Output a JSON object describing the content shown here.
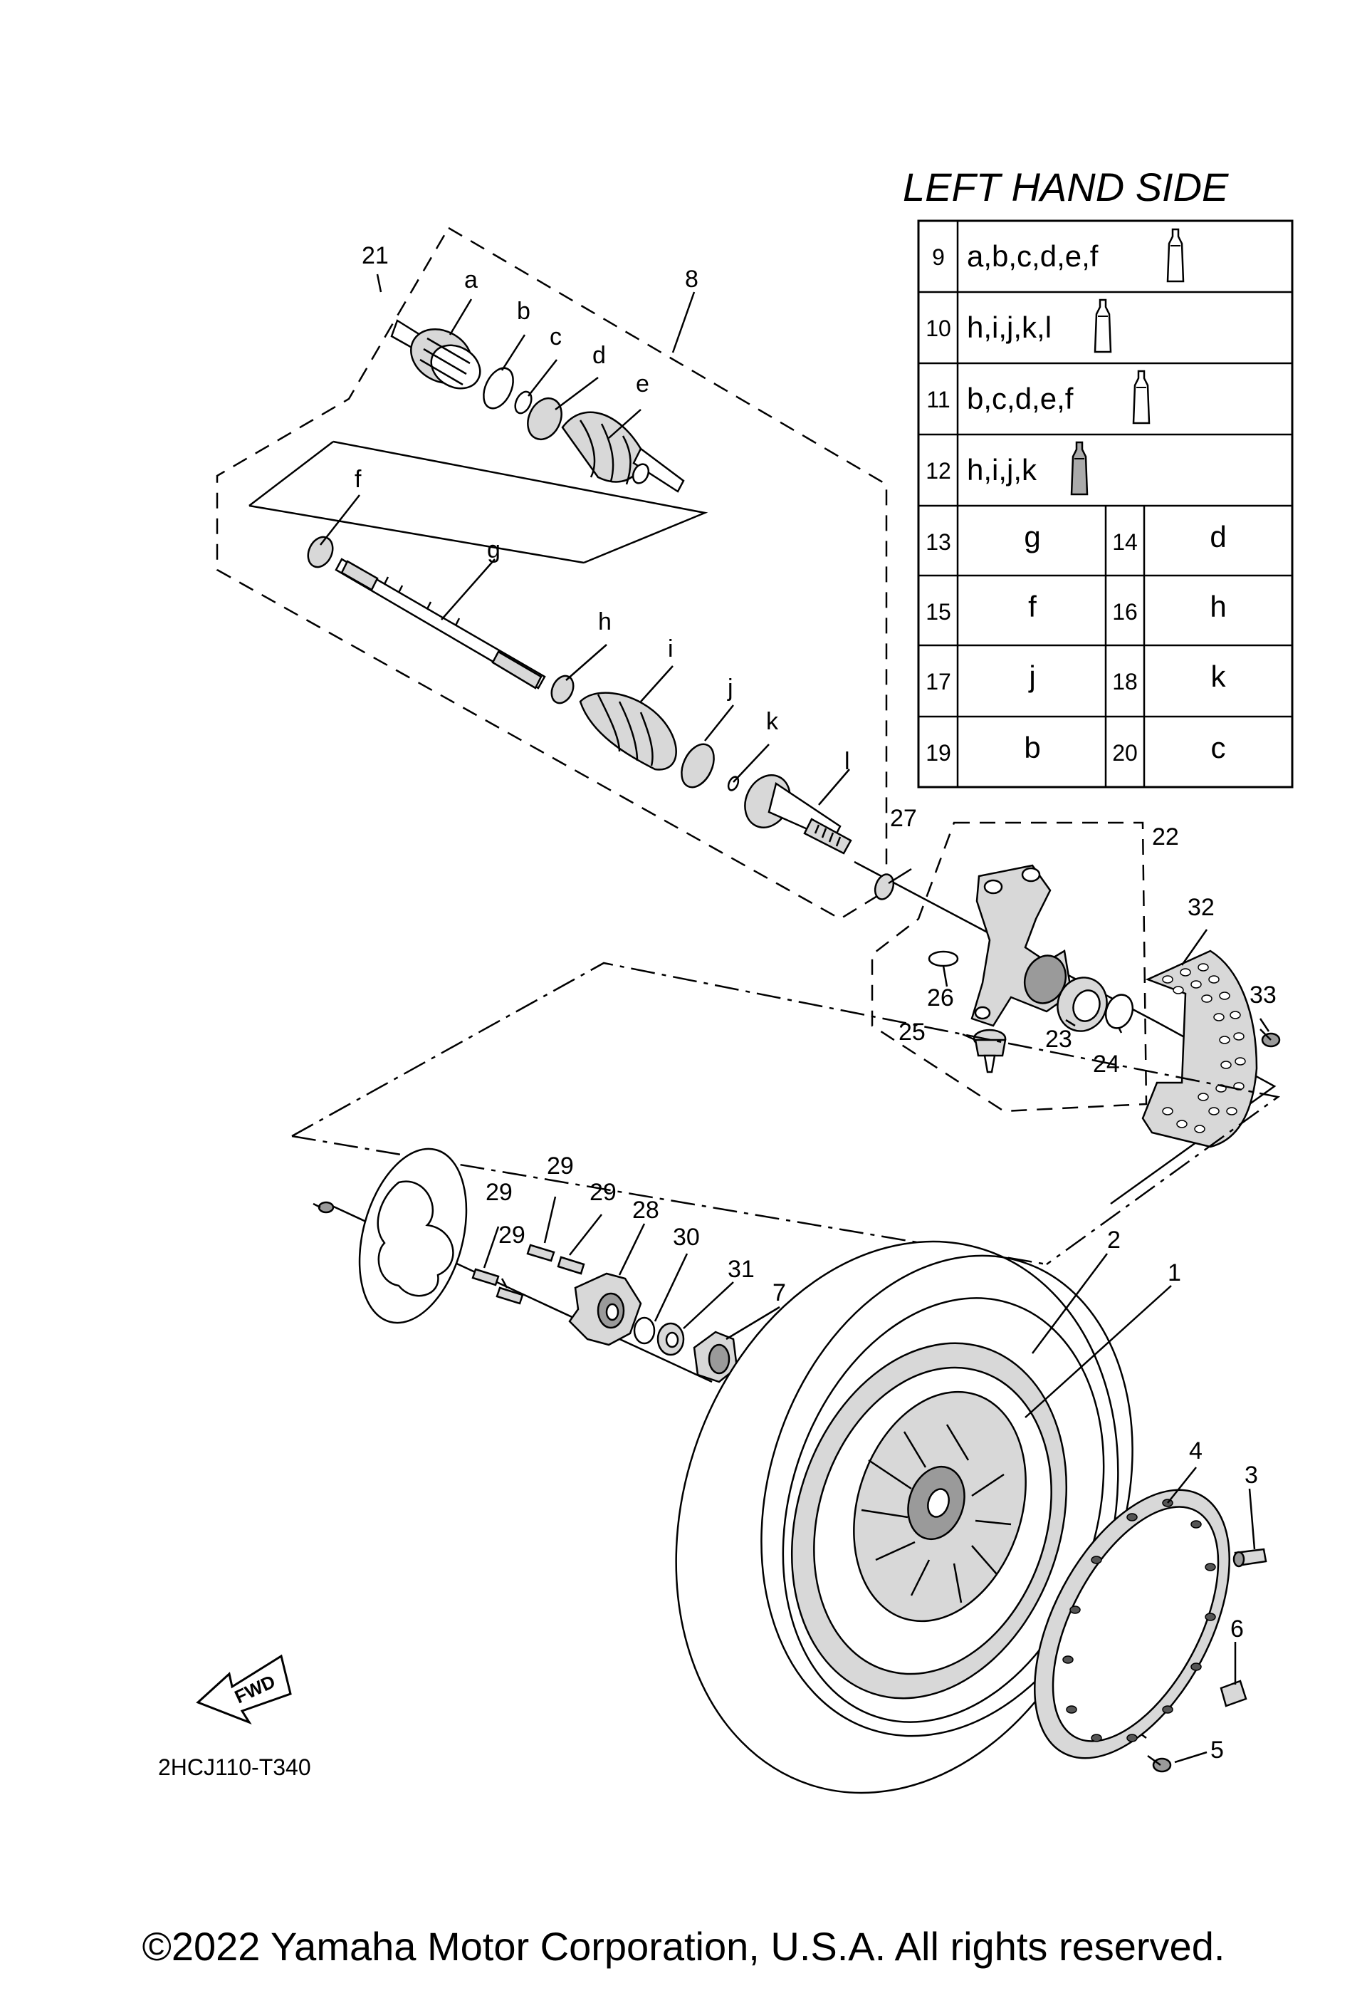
{
  "section_title": "LEFT HAND SIDE",
  "kit_rows": [
    {
      "num": "9",
      "contents": "a,b,c,d,e,f"
    },
    {
      "num": "10",
      "contents": "h,i,j,k,l"
    },
    {
      "num": "11",
      "contents": "b,c,d,e,f"
    },
    {
      "num": "12",
      "contents": "h,i,j,k"
    }
  ],
  "pair_rows": [
    {
      "num_a": "13",
      "val_a": "g",
      "num_b": "14",
      "val_b": "d"
    },
    {
      "num_a": "15",
      "val_a": "f",
      "num_b": "16",
      "val_b": "h"
    },
    {
      "num_a": "17",
      "val_a": "j",
      "num_b": "18",
      "val_b": "k"
    },
    {
      "num_a": "19",
      "val_a": "b",
      "num_b": "20",
      "val_b": "c"
    }
  ],
  "callouts": {
    "c21": "21",
    "ca": "a",
    "cb": "b",
    "cc": "c",
    "cd": "d",
    "ce": "e",
    "c8": "8",
    "cf": "f",
    "cg": "g",
    "ch": "h",
    "ci": "i",
    "cj": "j",
    "ck": "k",
    "cl": "l",
    "c27": "27",
    "c22": "22",
    "c32": "32",
    "c26": "26",
    "c25": "25",
    "c23": "23",
    "c24": "24",
    "c33": "33",
    "c29a": "29",
    "c29b": "29",
    "c29c": "29",
    "c29d": "29",
    "c28": "28",
    "c30": "30",
    "c31": "31",
    "c7": "7",
    "c2": "2",
    "c1": "1",
    "c4": "4",
    "c3": "3",
    "c6": "6",
    "c5": "5"
  },
  "fwd_label": "FWD",
  "diagram_code": "2HCJ110-T340",
  "copyright": "©2022 Yamaha Motor Corporation, U.S.A. All rights reserved.",
  "icons": {
    "grease_tube": "grease-tube-icon",
    "fwd_arrow": "fwd-arrow-icon"
  }
}
